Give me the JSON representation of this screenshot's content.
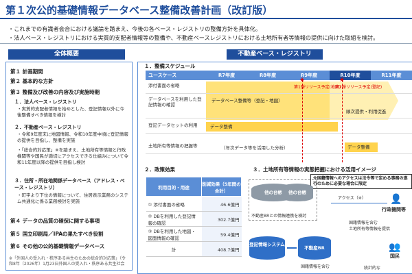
{
  "title": "第１次公的基礎情報データベース整備改善計画（改訂版）",
  "bullets": [
    "これまでの有識者会合における議論を踏まえ、今後の各ベース・レジストリの整備方針を具体化。",
    "法人ベース・レジストリにおける実質的支配者情報等の整備や、不動産ベースレジストリにおける土地所有者等情報の提供に向けた取組を検討。"
  ],
  "left": {
    "heading": "全体概要",
    "toc": [
      "第１ 計画期間",
      "第２ 基本的な方針",
      "第３ 整備及び改善の内容及び実施時期"
    ],
    "sec1_title": "１．法人ベース・レジストリ",
    "sec1_detail": "・実質的支配者情報を始めとした、登記情報以外に今後整備すべき情報を検討",
    "sec2_title": "２．不動産ベース・レジストリ",
    "sec2_detail1": "・令和9年度末に地図情報、令和10年度中頃に登記情報の提供を目指し、整備を実施",
    "sec2_detail2": "・「総合的対応策」※を踏まえ、土地所有等情報と行政機関等や国民が適切にアクセスできる仕組みについて令和11年度以降の提供を目指し検討",
    "sec3_title": "３．住所・所在地関係データベース（アドレス・ベース・レジストリ）",
    "sec3_detail": "・町字より下位の情報について、住居表示業務のシステム共通化に係る業務検討を実施",
    "toc2": [
      "第４ データの品質の確保に関する事項",
      "第５ 国立印刷局／IPAの果たすべき役割",
      "第６ その他の公的基礎情報データベース"
    ],
    "footnote": "※「外国人の受入れ・秩序ある共生のための総合的対応策」（令和8年（2026年）1月23日外国人の受入れ・秩序ある共生社会"
  },
  "right": {
    "heading": "不動産ベース・レジストリ",
    "schedule_title": "１．整備スケジュール",
    "schedule_header": [
      "ユースケース",
      "R7年度",
      "R8年度",
      "R9年度",
      "R10年度",
      "R11年度"
    ],
    "rows": [
      {
        "label": "添付書面の省略",
        "bar": ""
      },
      {
        "label": "データベースを利用した登記情報の確認",
        "bar": "データベース整備等（登記・地図）"
      },
      {
        "label": "登記データセットの利用",
        "bar": "データ整備"
      },
      {
        "label": "土地所有等情報の把握等",
        "bar": "（年次データ等を活用した分析）"
      }
    ],
    "release1": "第1弾リリース予定(地図)",
    "release2": "第2弾リリース予定(登記)",
    "followup": "順次提供・利用促進",
    "data_maint": "データ整備",
    "effect_title": "２．政策効果",
    "effect_header": [
      "利用目的・用途",
      "削減効果（5年間の合計）"
    ],
    "effect_rows": [
      {
        "use": "① 添付書面の省略",
        "value": "46.6億円"
      },
      {
        "use": "② DBを利用した登記情報の確認",
        "value": "302.7億円"
      },
      {
        "use": "③ DBを利用した地図・図面情報の確認",
        "value": "59.4億円"
      },
      {
        "use": "計",
        "value": "408.7億円"
      }
    ],
    "usage_title": "３．土地所有等情報の実態把握における活用イメージ",
    "usage_note": "※国籍情報へのアクセスは法令等で定める事務の遂行のために必要な場合に限定",
    "db_other1": "他の台帳",
    "db_other2": "他の台帳",
    "link_text": "不動産BRとの情報連携を検討",
    "access_text": "アクセス（※）",
    "admin_label": "行政機関等",
    "nationality_text1": "国籍情報を含む",
    "nationality_text2": "土地所有等情報を提供",
    "db_registry": "登記情報システム",
    "db_br": "不動産BR",
    "bottom_text": "国籍情報を含む",
    "public_label": "国民",
    "stats_text": "統計的な"
  }
}
